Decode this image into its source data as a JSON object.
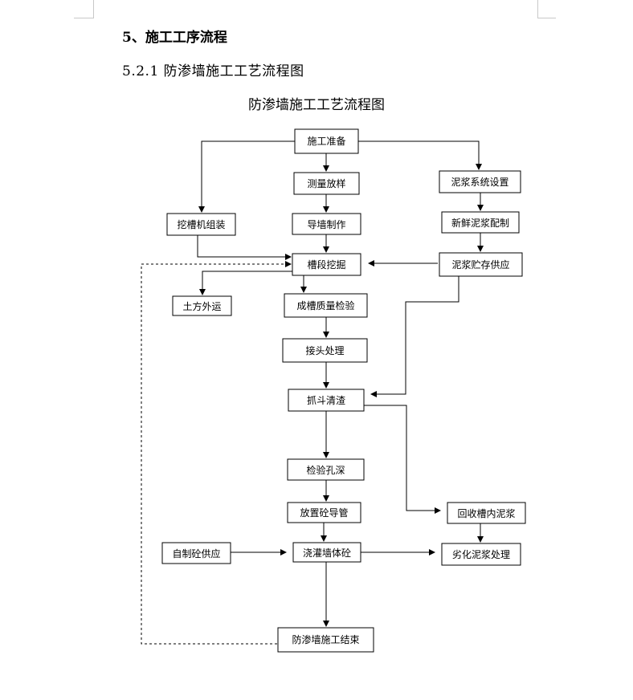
{
  "document": {
    "heading1": "5、施工工序流程",
    "heading2": "5.2.1 防渗墙施工工艺流程图",
    "chart_title": "防渗墙施工工艺流程图"
  },
  "flowchart": {
    "nodes": {
      "prep": "施工准备",
      "survey": "测量放样",
      "guidewall": "导墙制作",
      "excavate": "槽段挖掘",
      "quality": "成槽质量检验",
      "joint": "接头处理",
      "clean": "抓斗清渣",
      "depth": "检验孔深",
      "pipe": "放置砼导管",
      "pour": "浇灌墙体砼",
      "finish": "防渗墙施工结束",
      "machine": "挖槽机组装",
      "soil": "土方外运",
      "concrete": "自制砼供应",
      "slurrysys": "泥浆系统设置",
      "freshslurry": "新鲜泥浆配制",
      "slurrystore": "泥浆贮存供应",
      "recover": "回收槽内泥浆",
      "waste": "劣化泥浆处理"
    }
  }
}
